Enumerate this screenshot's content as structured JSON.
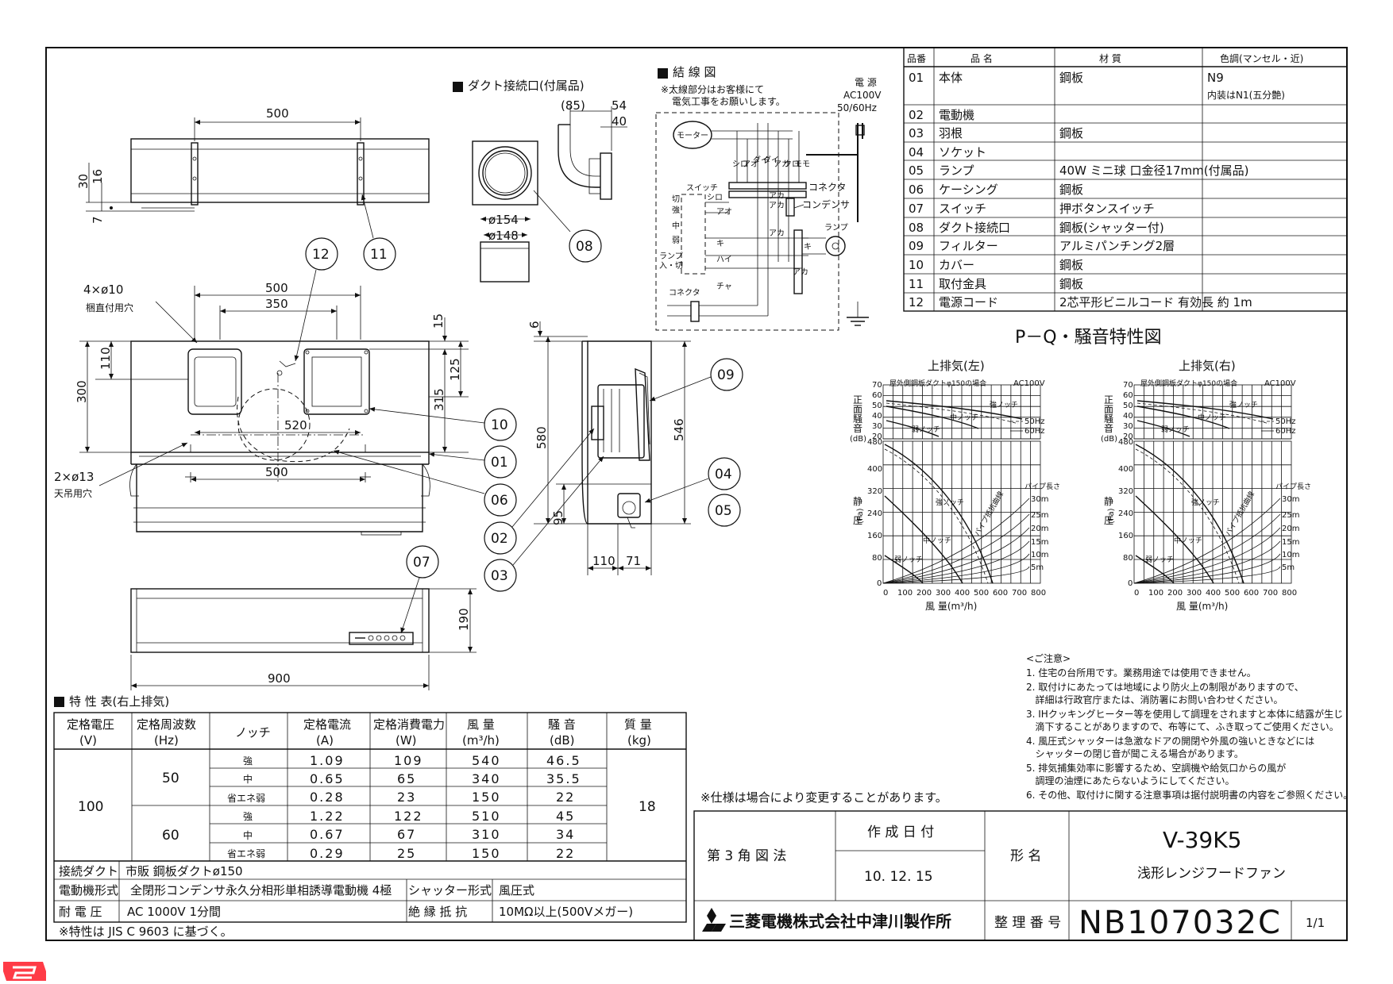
{
  "views": {
    "duct_title": "■ ダクト接続口(付属品)",
    "wiring_title": "■ 結 線 図",
    "wiring_note1": "※太線部分はお客様にて",
    "wiring_note2": "電気工事をお願いします。",
    "power_label1": "電 源",
    "power_label2": "AC100V",
    "power_label3": "50/60Hz",
    "dims": {
      "d500a": "500",
      "d30": "30",
      "d16": "16",
      "d7": "7",
      "d85": "(85)",
      "d54": "54",
      "d40": "40",
      "d154": "ø154",
      "d148": "ø148",
      "d500b": "500",
      "d350": "350",
      "d15": "15",
      "d110": "110",
      "d300": "300",
      "d125": "125",
      "d315": "315",
      "d520": "520",
      "d500c": "500",
      "d6": "6",
      "d580": "580",
      "d546": "546",
      "d95": "95",
      "d110b": "110",
      "d71": "71",
      "d190": "190",
      "d900": "900"
    },
    "holes_1a": "4×ø10",
    "holes_1b": "梱直付用穴",
    "holes_2a": "2×ø13",
    "holes_2b": "天吊用穴",
    "bubbles": [
      "12",
      "11",
      "08",
      "09",
      "10",
      "01",
      "06",
      "04",
      "05",
      "02",
      "03",
      "07"
    ]
  },
  "wiring": {
    "motor": "モーター",
    "switch": "スイッチ",
    "connector": "コネクタ",
    "connector2": "コネクタ",
    "capacitor": "コンデンサ",
    "lamp": "ランプ",
    "sw_labels": [
      "切",
      "強",
      "中",
      "弱",
      "ランプ",
      "入・切"
    ],
    "wire_top": [
      "シロ",
      "アオ",
      "ダイ",
      "ダイ",
      "アカ",
      "クロ",
      "モモ"
    ],
    "wire_top2": [
      "ダイ",
      "ダイ",
      "アカ",
      "クロ"
    ],
    "wire_mid": [
      "シロ",
      "アオ",
      "アカ",
      "アカ",
      "ダイ",
      "ダイ",
      "キ",
      "ハイ",
      "チャ",
      "アカ",
      "アカ",
      "キ"
    ]
  },
  "parts": {
    "headers": [
      "品番",
      "品 名",
      "材 質",
      "色調(マンセル・近)"
    ],
    "rows": [
      [
        "01",
        "本体",
        "鋼板",
        "N9"
      ],
      [
        "02",
        "電動機",
        "",
        ""
      ],
      [
        "03",
        "羽根",
        "鋼板",
        ""
      ],
      [
        "04",
        "ソケット",
        "",
        ""
      ],
      [
        "05",
        "ランプ",
        "40W ミニ球 口金径17mm(付属品)",
        ""
      ],
      [
        "06",
        "ケーシング",
        "鋼板",
        ""
      ],
      [
        "07",
        "スイッチ",
        "押ボタンスイッチ",
        ""
      ],
      [
        "08",
        "ダクト接続口",
        "鋼板(シャッター付)",
        ""
      ],
      [
        "09",
        "フィルター",
        "アルミパンチング2層",
        ""
      ],
      [
        "10",
        "カバー",
        "鋼板",
        ""
      ],
      [
        "11",
        "取付金具",
        "鋼板",
        ""
      ],
      [
        "12",
        "電源コード",
        "2芯平形ビニルコード 有効長 約 1m",
        ""
      ]
    ],
    "color_note": "内装はN1(五分艶)"
  },
  "pq": {
    "title": "P－Q・騒音特性図",
    "left_title": "上排気(左)",
    "right_title": "上排気(右)",
    "condition": "屋外側鋼板ダクトφ150の場合",
    "voltage": "AC100V",
    "noise_label": [
      "正",
      "面",
      "騒",
      "音",
      "(dB)"
    ],
    "pressure_label": [
      "静",
      "圧",
      "(Pa)"
    ],
    "noise_ticks": [
      "70",
      "60",
      "50",
      "40",
      "30",
      "20"
    ],
    "pressure_ticks": [
      "480",
      "400",
      "320",
      "240",
      "160",
      "80",
      "0"
    ],
    "flow_ticks": [
      "0",
      "100",
      "200",
      "300",
      "400",
      "500",
      "600",
      "700",
      "800"
    ],
    "flow_label": "風 量(m³/h)",
    "notch_strong": "強ノッチ",
    "notch_mid": "中ノッチ",
    "notch_weak": "弱ノッチ",
    "legend_50": "50Hz",
    "legend_60": "60Hz",
    "pipe_length": "パイプ長さ",
    "pipe_loss": "パイプ抵抗曲線",
    "pipe_ticks": [
      "30m",
      "25m",
      "20m",
      "15m",
      "10m",
      "5m"
    ]
  },
  "notes": {
    "title": "<ご注意>",
    "items": [
      "1. 住宅の台所用です。業務用途では使用できません。",
      "2. 取付けにあたっては地域により防火上の制限がありますので、",
      "   詳細は行政官庁または、消防署にお問い合わせください。",
      "3. IHクッキングヒーター等を使用して調理をされますと本体に結露が生じ",
      "   滴下することがありますので、布等にて、ふき取ってご使用ください。",
      "4. 風圧式シャッターは急激なドアの開閉や外風の強いときなどには",
      "   シャッターの閉じ音が聞こえる場合があります。",
      "5. 排気捕集効率に影響するため、空調機や給気口からの風が",
      "   調理の油煙にあたらないようにしてください。",
      "6. その他、取付けに関する注意事項は据付説明書の内容をご参照ください。"
    ],
    "spec_change": "※仕様は場合により変更することがあります。"
  },
  "spec": {
    "title": "■ 特 性 表(右上排気)",
    "headers": [
      "定格電圧",
      "(V)",
      "定格周波数",
      "(Hz)",
      "ノッチ",
      "定格電流",
      "(A)",
      "定格消費電力",
      "(W)",
      "風 量",
      "(m³/h)",
      "騒 音",
      "(dB)",
      "質 量",
      "(kg)"
    ],
    "voltage": "100",
    "freq_50": "50",
    "freq_60": "60",
    "mass": "18",
    "rows": [
      [
        "強",
        "1.09",
        "109",
        "540",
        "46.5"
      ],
      [
        "中",
        "0.65",
        "65",
        "340",
        "35.5"
      ],
      [
        "省エネ弱",
        "0.28",
        "23",
        "150",
        "22"
      ],
      [
        "強",
        "1.22",
        "122",
        "510",
        "45"
      ],
      [
        "中",
        "0.67",
        "67",
        "310",
        "34"
      ],
      [
        "省エネ弱",
        "0.29",
        "25",
        "150",
        "22"
      ]
    ],
    "duct_label": "接続ダクト",
    "duct_value": "市販 鋼板ダクトø150",
    "motor_label": "電動機形式",
    "motor_value": "全閉形コンデンサ永久分相形単相誘導電動機 4極",
    "shutter_label": "シャッター形式",
    "shutter_value": "風圧式",
    "voltage_label": "耐 電 圧",
    "voltage_value": "AC 1000V 1分間",
    "insulation_label": "絶 縁 抵 抗",
    "insulation_value": "10MΩ以上(500Vメガー)",
    "jis_note": "※特性は JIS C 9603 に基づく。"
  },
  "title_block": {
    "projection": "第 3 角 図 法",
    "date_label": "作 成 日 付",
    "date_value": "10. 12. 15",
    "model_label": "形 名",
    "model": "V-39K5",
    "product": "浅形レンジフードファン",
    "company": "三菱電機株式会社中津川製作所",
    "ref_label": "整 理 番 号",
    "ref_number": "NB107032C",
    "sheet": "1/1"
  }
}
